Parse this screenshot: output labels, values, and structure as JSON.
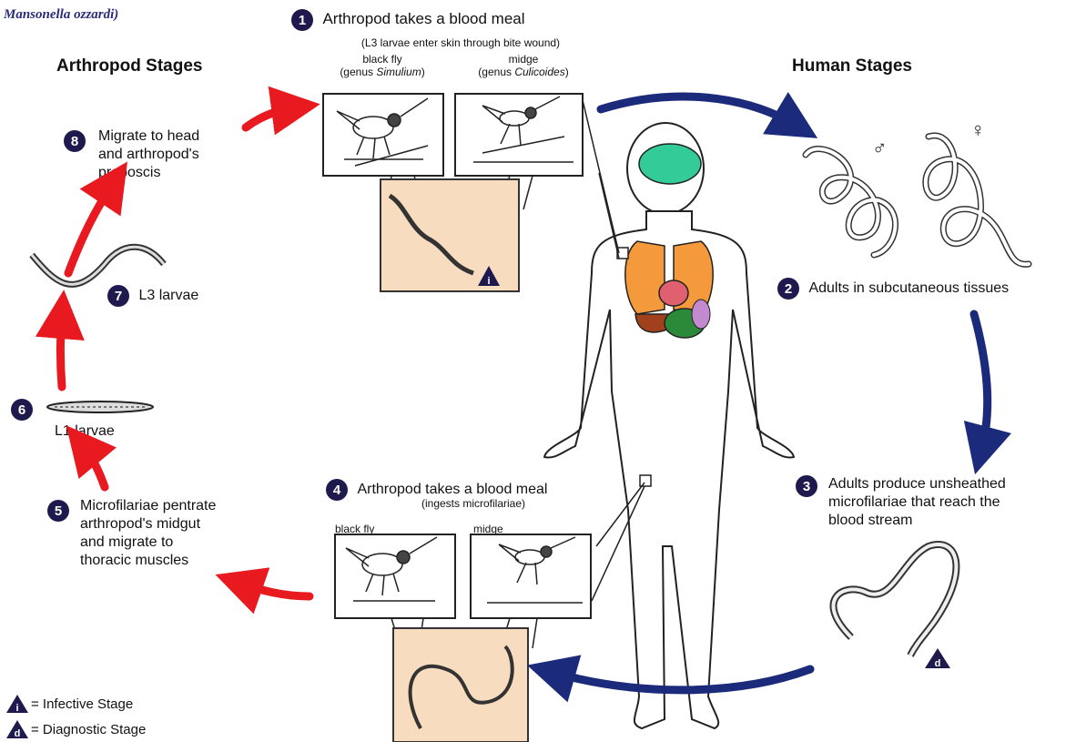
{
  "header": {
    "species": "Mansonella ozzardi)"
  },
  "sections": {
    "arthropod": "Arthropod Stages",
    "human": "Human Stages"
  },
  "steps": [
    {
      "num": "1",
      "text": "Arthropod takes a blood meal",
      "sub": "(L3 larvae enter skin  through bite wound)"
    },
    {
      "num": "2",
      "text": "Adults in subcutaneous tissues"
    },
    {
      "num": "3",
      "text_lines": [
        "Adults produce unsheathed",
        "microfilariae that reach the",
        "blood stream"
      ]
    },
    {
      "num": "4",
      "text": "Arthropod takes a blood meal",
      "sub": "(ingests microfilariae)"
    },
    {
      "num": "5",
      "text_lines": [
        "Microfilariae pentrate",
        "arthropod's midgut",
        "and migrate to",
        "thoracic muscles"
      ]
    },
    {
      "num": "6",
      "text": "L1 larvae"
    },
    {
      "num": "7",
      "text": "L3 larvae"
    },
    {
      "num": "8",
      "text_lines": [
        "Migrate to head",
        "and arthropod's",
        "proboscis"
      ]
    }
  ],
  "vectors_top": {
    "blackfly": {
      "line1": "black fly",
      "line2_prefix": "(genus ",
      "line2_italic": "Simulium",
      "line2_suffix": ")"
    },
    "midge": {
      "line1": "midge",
      "line2_prefix": "(genus ",
      "line2_italic": "Culicoides",
      "line2_suffix": ")"
    }
  },
  "vectors_bottom": {
    "blackfly": "black fly",
    "midge": "midge"
  },
  "symbols": {
    "male": "♂",
    "female": "♀",
    "infective_badge": "i",
    "diagnostic_badge": "d"
  },
  "legend": {
    "infective": "= Infective Stage",
    "diagnostic": "= Diagnostic Stage"
  },
  "colors": {
    "arthropod_arrow": "#e8191f",
    "human_arrow": "#1b2a7a",
    "badge": "#1e1a4e",
    "peach": "#f8dcc0",
    "brain": "#33cc99",
    "lungs": "#f49a3c",
    "liver": "#a0401c",
    "heart": "#e06070",
    "stomach": "#2a8a3a"
  }
}
